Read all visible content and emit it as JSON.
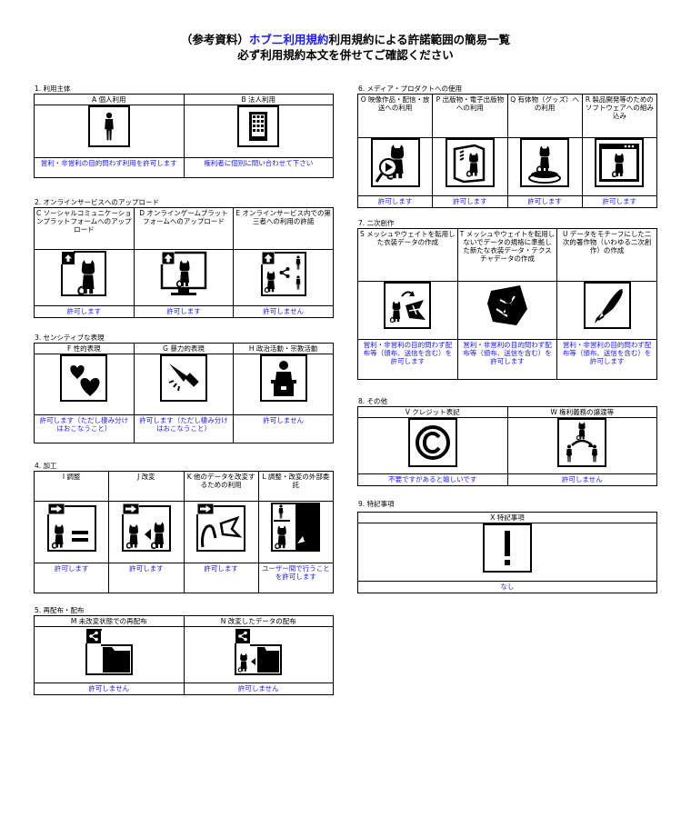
{
  "header": {
    "line1_prefix": "（参考資料）",
    "line1_link": "ホブ二利用規約",
    "line1_suffix": "利用規約による許諾範囲の簡易一覧",
    "line2": "必ず利用規約本文を併せてご確認ください"
  },
  "sections": {
    "s1": {
      "label": "1. 利用主体",
      "cols": [
        {
          "head": "A 個人利用",
          "status": "営利・非営利の目的問わず利用を許可します",
          "icon": "person-icon"
        },
        {
          "head": "B 法人利用",
          "status": "権利者に個別に問い合わせて下さい",
          "icon": "building-icon"
        }
      ]
    },
    "s2": {
      "label": "2. オンラインサービスへのアップロード",
      "cols": [
        {
          "head": "C ソーシャルコミュニケーションプラットフォームへのアップロード",
          "status": "許可します",
          "icon": "upload-social-icon"
        },
        {
          "head": "D オンラインゲームプラットフォームへのアップロード",
          "status": "許可します",
          "icon": "upload-game-icon"
        },
        {
          "head": "E オンラインサービス内での第三者への利用の許諾",
          "status": "許可しません",
          "icon": "share-third-party-icon"
        }
      ]
    },
    "s3": {
      "label": "3. センシティブな表現",
      "cols": [
        {
          "head": "F 性的表現",
          "status": "許可します（ただし棲み分けはおこなうこと）",
          "icon": "hearts-icon"
        },
        {
          "head": "G 暴力的表現",
          "status": "許可します（ただし棲み分けはおこなうこと）",
          "icon": "knife-icon"
        },
        {
          "head": "H 政治活動・宗教活動",
          "status": "許可しません",
          "icon": "podium-icon"
        }
      ]
    },
    "s4": {
      "label": "4. 加工",
      "cols": [
        {
          "head": "I 調整",
          "status": "許可します",
          "icon": "adjust-icon"
        },
        {
          "head": "J 改変",
          "status": "許可します",
          "icon": "modify-icon"
        },
        {
          "head": "K 他のデータを改変するための利用",
          "status": "許可します",
          "icon": "use-for-other-icon"
        },
        {
          "head": "L 調整・改変の外部委託",
          "status": "ユーザー間で行うことを許可します",
          "icon": "outsource-icon"
        }
      ]
    },
    "s5": {
      "label": "5. 再配布・配布",
      "cols": [
        {
          "head": "M 未改変状態での再配布",
          "status": "許可しません",
          "icon": "redistribute-icon"
        },
        {
          "head": "N 改変したデータの配布",
          "status": "許可しません",
          "icon": "distribute-modified-icon"
        }
      ]
    },
    "s6": {
      "label": "6. メディア・プロダクトへの使用",
      "cols": [
        {
          "head": "O 映像作品・配信・放送への利用",
          "status": "許可します",
          "icon": "video-icon"
        },
        {
          "head": "P 出版物・電子出版物への利用",
          "status": "許可します",
          "icon": "publication-icon"
        },
        {
          "head": "Q 有体物（グッズ）への利用",
          "status": "許可します",
          "icon": "goods-icon"
        },
        {
          "head": "R 製品開発等のためのソフトウェアへの組み込み",
          "status": "許可します",
          "icon": "software-icon"
        }
      ]
    },
    "s7": {
      "label": "7. 二次創作",
      "cols": [
        {
          "head": "S メッシュやウェイトを転用した衣装データの作成",
          "status": "営利・非営利の目的問わず配布等（頒布、送信を含む）を許可します",
          "icon": "mesh-transfer-icon"
        },
        {
          "head": "T メッシュやウェイトを転用しないでデータの規格に準拠した新たな衣装データ・テクスチャデータの作成",
          "status": "営利・非営利の目的問わず配布等（頒布、送信を含む）を許可します",
          "icon": "new-outfit-icon"
        },
        {
          "head": "U データをモチーフにした二次的著作物（いわゆる二次創作）の作成",
          "status": "営利・非営利の目的問わず配布等（頒布、送信を含む）を許可します",
          "icon": "pen-icon"
        }
      ]
    },
    "s8": {
      "label": "8. その他",
      "cols": [
        {
          "head": "V クレジット表記",
          "status": "不要ですがあると嬉しいです",
          "icon": "copyright-icon"
        },
        {
          "head": "W 権利義務の譲渡等",
          "status": "許可しません",
          "icon": "transfer-rights-icon"
        }
      ]
    },
    "s9": {
      "label": "9. 特記事項",
      "cols": [
        {
          "head": "X 特記事項",
          "status": "なし",
          "icon": "exclamation-icon"
        }
      ]
    }
  }
}
